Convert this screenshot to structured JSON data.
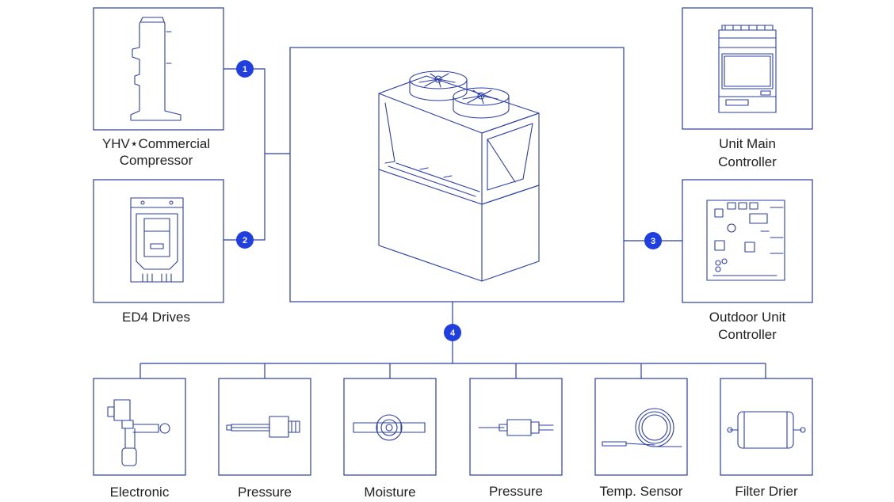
{
  "labels": {
    "compressor": [
      "YHV⋆Commercial",
      "Compressor"
    ],
    "drives": [
      "ED4 Drives"
    ],
    "main_controller": [
      "Unit Main",
      "Controller"
    ],
    "outdoor_controller": [
      "Outdoor Unit",
      "Controller"
    ],
    "electronic": [
      "Electronic"
    ],
    "pressure_1": [
      "Pressure"
    ],
    "moisture": [
      "Moisture"
    ],
    "pressure_2": [
      "Pressure"
    ],
    "temp_sensor": [
      "Temp. Sensor"
    ],
    "filter_drier": [
      "Filter Drier"
    ]
  },
  "badges": {
    "b1": "1",
    "b2": "2",
    "b3": "3",
    "b4": "4"
  },
  "colors": {
    "line": "#2b3da8",
    "badge": "#1f3fe0",
    "text": "#222222"
  },
  "icons": {
    "compressor": "compressor-icon",
    "drives": "drive-icon",
    "unit": "outdoor-unit-icon",
    "main_controller": "controller-icon",
    "outdoor_controller": "circuit-board-icon",
    "electronic": "expansion-valve-icon",
    "pressure_1": "pressure-transducer-icon",
    "moisture": "sight-glass-icon",
    "pressure_2": "pressure-switch-icon",
    "temp_sensor": "temperature-sensor-icon",
    "filter_drier": "filter-drier-icon"
  }
}
